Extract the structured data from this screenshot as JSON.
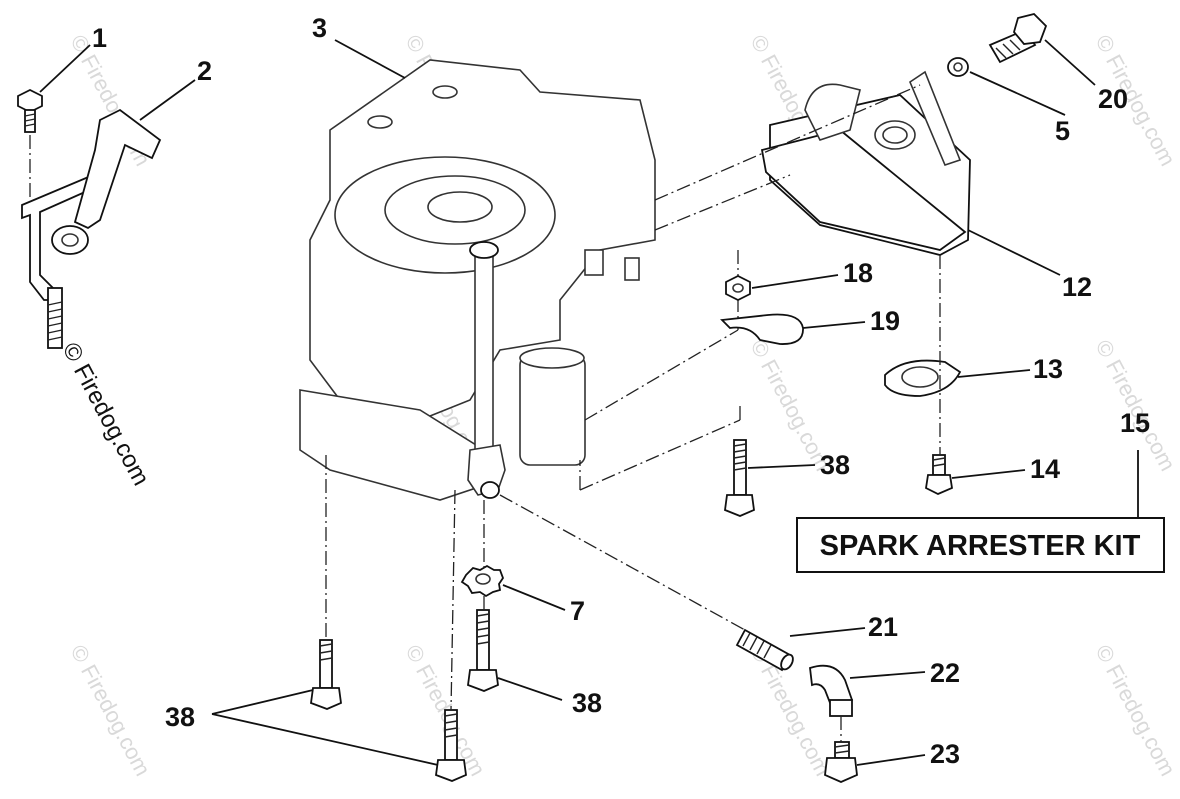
{
  "callouts": {
    "c1": "1",
    "c2": "2",
    "c3": "3",
    "c5": "5",
    "c7": "7",
    "c12": "12",
    "c13": "13",
    "c14": "14",
    "c15": "15",
    "c18": "18",
    "c19": "19",
    "c20": "20",
    "c21": "21",
    "c22": "22",
    "c23": "23",
    "c38a": "38",
    "c38b": "38",
    "c38c": "38"
  },
  "kit_label": "SPARK ARRESTER KIT",
  "watermark": {
    "side": "© Firedog.com",
    "tile": "© Firedog.com"
  }
}
